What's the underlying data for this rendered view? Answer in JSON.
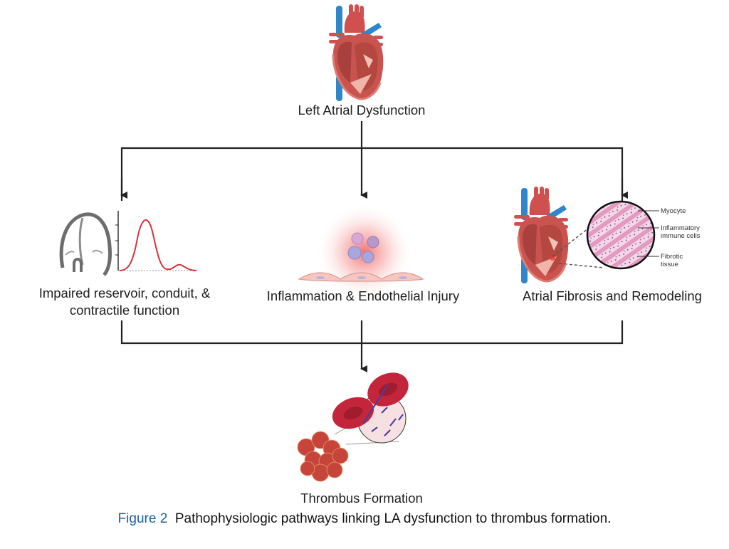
{
  "diagram": {
    "top_node": {
      "label": "Left Atrial Dysfunction",
      "icon": "heart-anatomy"
    },
    "middle_nodes": [
      {
        "label_lines": [
          "Impaired reservoir, conduit, &",
          "contractile function"
        ],
        "icon": "atrial-strain-curve"
      },
      {
        "label_lines": [
          "Inflammation & Endothelial Injury"
        ],
        "icon": "inflammation-endothelium"
      },
      {
        "label_lines": [
          "Atrial Fibrosis and Remodeling"
        ],
        "icon": "heart-histology"
      }
    ],
    "histology_annotations": [
      "Myocyte",
      "Inflammatory immune cells",
      "Fibrotic tissue"
    ],
    "histology_annotation_lines": [
      [
        "Myocyte"
      ],
      [
        "Inflammatory",
        "immune cells"
      ],
      [
        "Fibrotic",
        "tissue"
      ]
    ],
    "bottom_node": {
      "label": "Thrombus Formation",
      "icon": "thrombus"
    },
    "edges": [
      {
        "from": "Left Atrial Dysfunction",
        "to": "Impaired reservoir, conduit, & contractile function"
      },
      {
        "from": "Left Atrial Dysfunction",
        "to": "Inflammation & Endothelial Injury"
      },
      {
        "from": "Left Atrial Dysfunction",
        "to": "Atrial Fibrosis and Remodeling"
      },
      {
        "from": "Impaired reservoir, conduit, & contractile function",
        "to": "Thrombus Formation"
      },
      {
        "from": "Inflammation & Endothelial Injury",
        "to": "Thrombus Formation"
      },
      {
        "from": "Atrial Fibrosis and Remodeling",
        "to": "Thrombus Formation"
      }
    ]
  },
  "caption": {
    "figure_label": "Figure 2",
    "text": "Pathophysiologic pathways linking LA dysfunction to thrombus formation."
  },
  "colors": {
    "caption_label": "#1c5f9c",
    "arrow": "#222222",
    "heart_red": "#d0504f",
    "vessel_blue": "#2f86c8",
    "curve_red": "#d8343d"
  }
}
